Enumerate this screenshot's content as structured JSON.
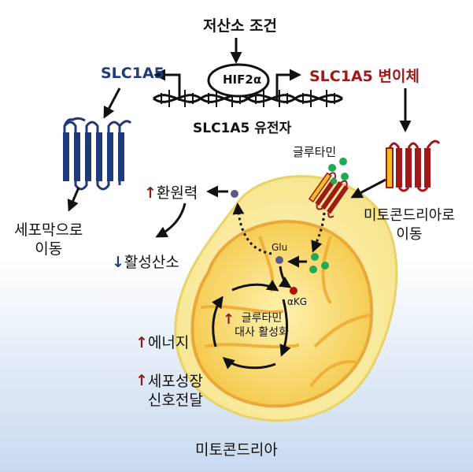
{
  "labels": {
    "hypoxia": "저산소 조건",
    "slc1a5": "SLC1A5",
    "hif2a": "HIF2α",
    "variant": "SLC1A5 변이체",
    "gene": "SLC1A5 유전자",
    "glutamine": "글루타민",
    "to_membrane": "세포막으로\n이동",
    "to_mito": "미토콘드리아로\n이동",
    "reducing": "환원력",
    "ros": "활성산소",
    "glu": "Glu",
    "akg": "αKG",
    "glutamine_metab": "글루타민\n대사 활성화",
    "energy": "에너지",
    "growth_signal": "세포성장\n신호전달",
    "mitochondria": "미토콘드리아"
  },
  "arrows": {
    "up": "↑",
    "down": "↓"
  },
  "colors": {
    "slc1a5": "#1f3a7a",
    "variant": "#a01818",
    "up_arrow": "#8b1a1a",
    "glutamine_dot": "#1faa55",
    "metabolite_dot": "#5a5a8a",
    "akg_dot": "#b01010",
    "mito_outer": "#fbeea0",
    "mito_inner": "#f5c842"
  }
}
